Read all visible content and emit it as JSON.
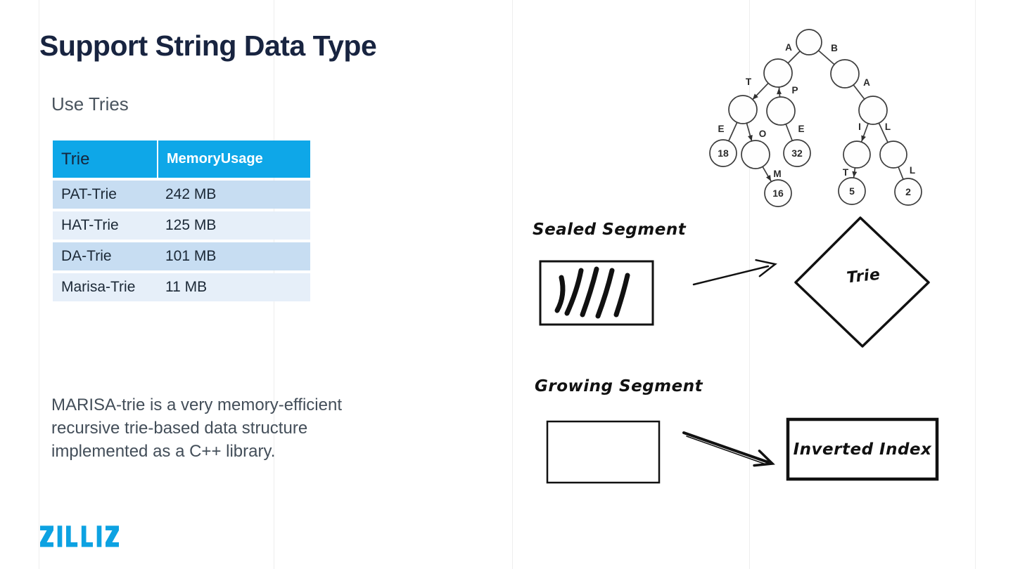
{
  "title": "Support String Data Type",
  "subtitle": "Use Tries",
  "paragraph": "MARISA-trie is a very memory-efficient recursive trie-based data structure implemented as a C++ library.",
  "logo": "ZILLIZ",
  "table": {
    "columns": [
      "Trie",
      "MemoryUsage"
    ],
    "rows": [
      [
        "PAT-Trie",
        "242 MB"
      ],
      [
        "HAT-Trie",
        "125 MB"
      ],
      [
        "DA-Trie",
        "101 MB"
      ],
      [
        "Marisa-Trie",
        "11 MB"
      ]
    ]
  },
  "tree": {
    "edge_labels": [
      "A",
      "B",
      "T",
      "P",
      "A",
      "E",
      "O",
      "E",
      "I",
      "L",
      "M",
      "T",
      "L"
    ],
    "leaf_values": [
      "18",
      "32",
      "16",
      "5",
      "2"
    ]
  },
  "sketch": {
    "sealed_label": "Sealed Segment",
    "growing_label": "Growing Segment",
    "diamond_label": "Trie",
    "box_label": "Inverted Index"
  },
  "colors": {
    "accent_blue": "#0ea7e8",
    "logo_blue": "#0da2e2",
    "title_navy": "#182440",
    "row_blue_dark": "#c7ddf2",
    "row_blue_light": "#e6eff9"
  }
}
